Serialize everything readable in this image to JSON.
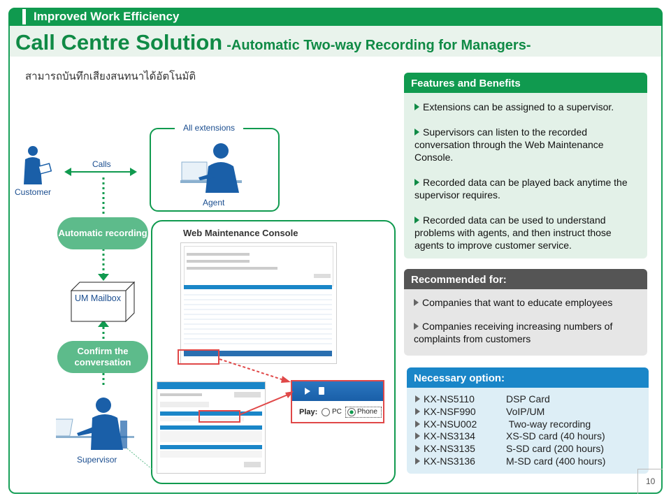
{
  "header": {
    "section": "Improved Work Efficiency"
  },
  "title": {
    "main": "Call Centre Solution",
    "sub": "-Automatic Two-way Recording for Managers-"
  },
  "thai_caption": "สามารถบันทึกเสียงสนทนาได้อัตโนมัติ",
  "diagram": {
    "customer": "Customer",
    "calls": "Calls",
    "all_extensions": "All extensions",
    "agent": "Agent",
    "automatic_recording": "Automatic recording",
    "um_mailbox": "UM Mailbox",
    "confirm": "Confirm the conversation",
    "supervisor": "Supervisor",
    "console_title": "Web Maintenance Console",
    "play_label": "Play:",
    "pc_label": "PC",
    "phone_label": "Phone"
  },
  "features": {
    "title": "Features and Benefits",
    "items": [
      "Extensions can be assigned to a supervisor.",
      "Supervisors can listen to the recorded conversation through the Web Maintenance Console.",
      "Recorded data can be played back anytime the supervisor requires.",
      "Recorded data can be used to understand problems with agents, and then instruct those agents to improve customer service."
    ]
  },
  "recommended": {
    "title": "Recommended for:",
    "items": [
      "Companies that want to educate employees",
      "Companies receiving increasing numbers of complaints from customers"
    ]
  },
  "options": {
    "title": "Necessary option:",
    "rows": [
      {
        "code": "KX-NS5110",
        "desc": "DSP Card"
      },
      {
        "code": "KX-NSF990",
        "desc": "VoIP/UM"
      },
      {
        "code": "KX-NSU002",
        "desc": " Two-way recording"
      },
      {
        "code": "KX-NS3134",
        "desc": "XS-SD card (40 hours)"
      },
      {
        "code": "KX-NS3135",
        "desc": "S-SD card (200 hours)"
      },
      {
        "code": "KX-NS3136",
        "desc": "M-SD card (400 hours)"
      }
    ]
  },
  "page_number": "10",
  "colors": {
    "brand_green": "#109a4f",
    "light_green": "#e3f1e8",
    "gray_head": "#555555",
    "blue_head": "#1a86c8",
    "light_blue": "#ddeef6"
  }
}
